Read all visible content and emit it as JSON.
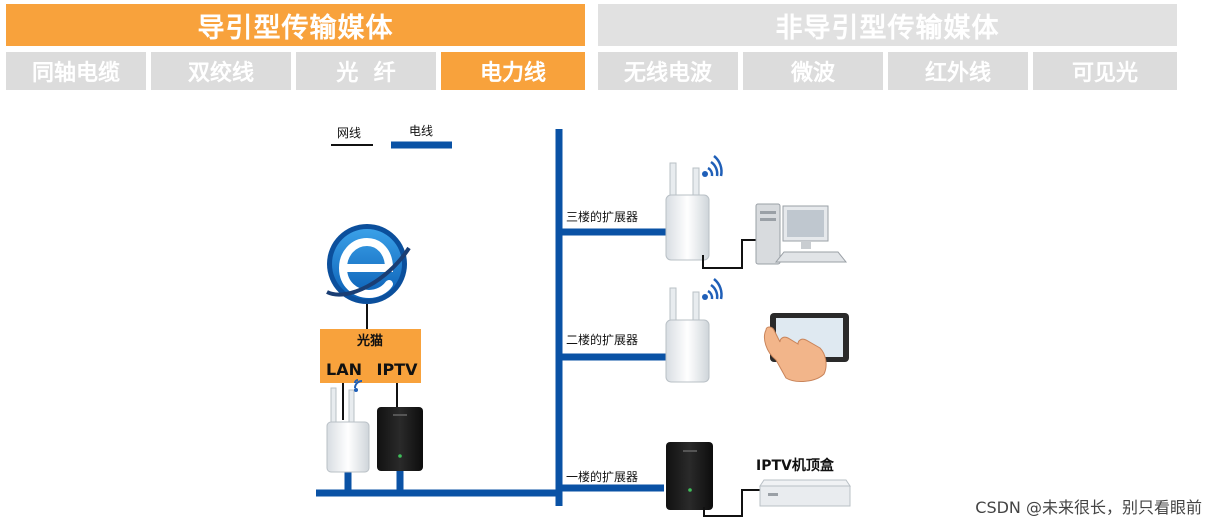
{
  "header": {
    "guided_title": "导引型传输媒体",
    "unguided_title": "非导引型传输媒体",
    "guided_items": [
      {
        "label": "同轴电缆",
        "active": false
      },
      {
        "label": "双绞线",
        "active": false
      },
      {
        "label": "光  纤",
        "active": false
      },
      {
        "label": "电力线",
        "active": true
      }
    ],
    "unguided_items": [
      {
        "label": "无线电波"
      },
      {
        "label": "微波"
      },
      {
        "label": "红外线"
      },
      {
        "label": "可见光"
      }
    ]
  },
  "legend": {
    "network_cable": "网线",
    "power_line": "电线"
  },
  "modem": {
    "title": "光猫",
    "lan": "LAN",
    "iptv": "IPTV"
  },
  "extenders": {
    "floor3": "三楼的扩展器",
    "floor2": "二楼的扩展器",
    "floor1": "一楼的扩展器"
  },
  "set_top_box": "IPTV机顶盒",
  "watermark": "CSDN @未来很长，别只看眼前",
  "colors": {
    "orange": "#f8a23c",
    "gray": "#dcdcdc",
    "blue": "#0a52a5"
  }
}
